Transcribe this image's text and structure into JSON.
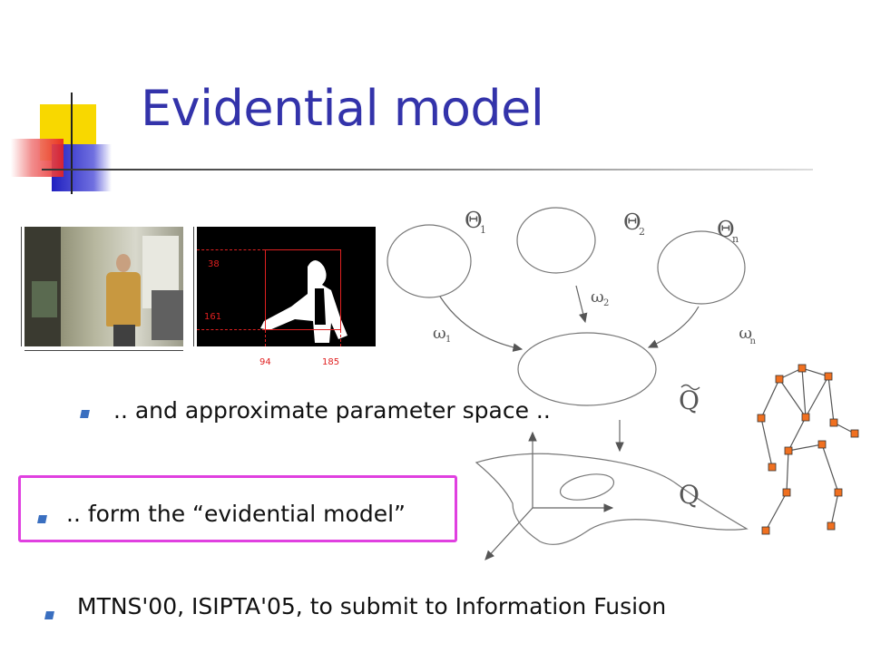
{
  "slide": {
    "title": "Evidential model",
    "bullets": [
      {
        "text": ".. and approximate parameter space .."
      },
      {
        "text": ".. form the “evidential model”"
      },
      {
        "text": "MTNS'00, ISIPTA'05, to submit to Information Fusion"
      }
    ]
  },
  "silhouette_labels": {
    "y_top": "38",
    "y_bottom": "161",
    "x_left": "94",
    "x_right": "185"
  },
  "diagram": {
    "theta_1": "Θ",
    "theta_1_sub": "1",
    "theta_2": "Θ",
    "theta_2_sub": "2",
    "theta_n": "Θ",
    "theta_n_sub": "n",
    "omega_1": "ω",
    "omega_1_sub": "1",
    "omega_2": "ω",
    "omega_2_sub": "2",
    "omega_n": "ω",
    "omega_n_sub": "n",
    "q_tilde": "Q",
    "q": "Q"
  },
  "colors": {
    "title": "#3333aa",
    "box_border": "#e040e0",
    "node_fill": "#f07020",
    "deco_yellow": "#f8d800",
    "deco_blue": "#3030c8",
    "deco_red": "#e83030"
  }
}
